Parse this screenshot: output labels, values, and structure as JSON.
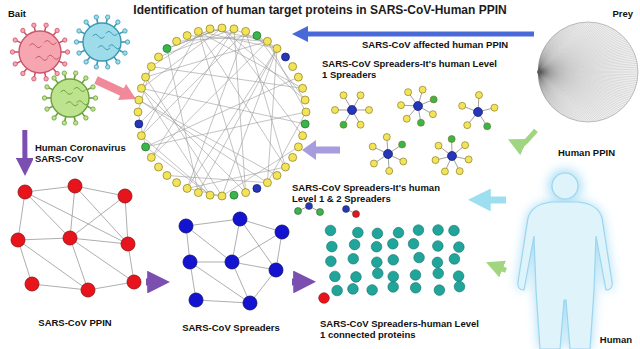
{
  "diagram": {
    "title": "Identification of human target proteins in SARS-CoV-Human PPIN",
    "nodes": [
      {
        "text": [
          "Bait"
        ]
      },
      {
        "text": [
          "Prey",
          "Human PPIN"
        ]
      },
      {
        "text": [
          "SARS-CoV Spreaders-It's human Level 1 Spreaders"
        ]
      },
      {
        "text": [
          "SARS-CoV Spreaders-It's human Level 1 & 2 Spreaders"
        ]
      },
      {
        "text": [
          "SARS-CoV PPIN"
        ]
      },
      {
        "text": [
          "SARS-CoV Spreaders"
        ]
      },
      {
        "text": [
          "SARS-CoV Spreaders-human Level 1 connected proteins"
        ]
      },
      {
        "text": [
          "Human"
        ]
      }
    ],
    "edges": [
      {
        "from": 0,
        "to": 4,
        "label": "Human Coronavirus SARS-CoV",
        "arrow": "to"
      },
      {
        "from": 4,
        "to": 5,
        "arrow": "to"
      },
      {
        "from": 5,
        "to": 6,
        "arrow": "to"
      },
      {
        "from": 1,
        "to": 2,
        "arrow": "to"
      },
      {
        "from": 7,
        "to": 3,
        "arrow": "to"
      },
      {
        "from": 7,
        "to": 6,
        "arrow": "to"
      }
    ],
    "labels": [
      "SARS-CoV affected human PPIN"
    ]
  }
}
